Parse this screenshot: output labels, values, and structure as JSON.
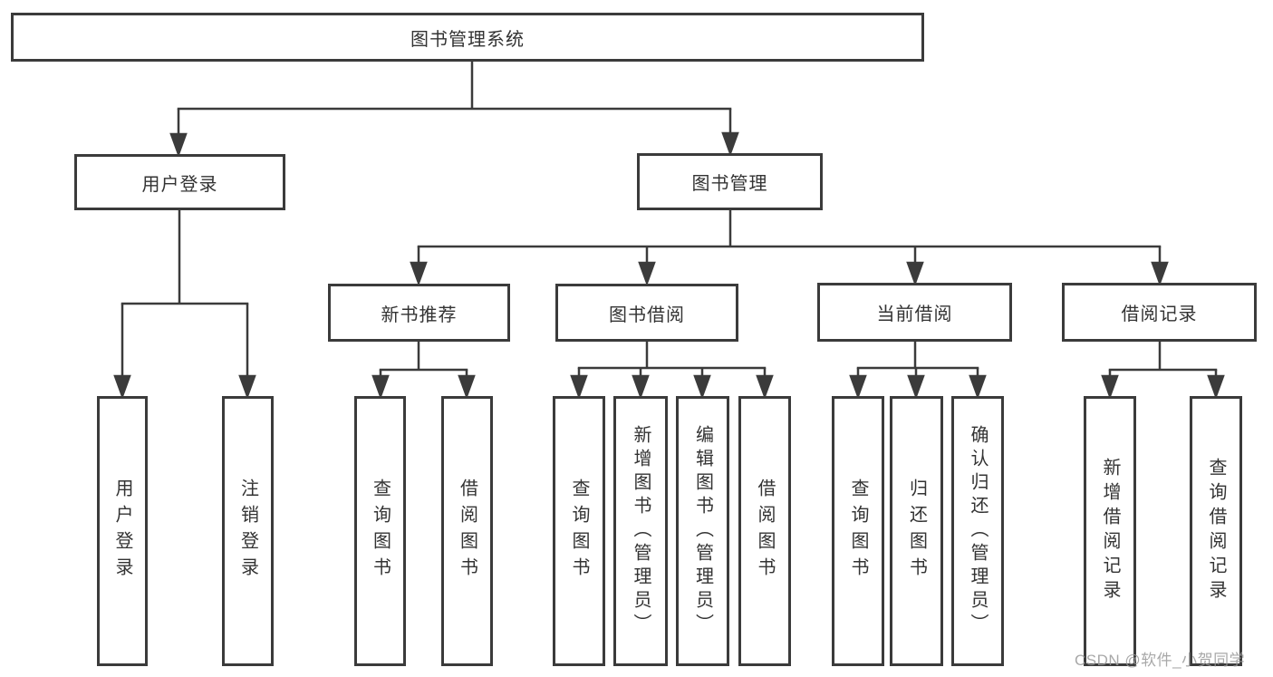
{
  "diagram": {
    "title": "图书管理系统",
    "level2": {
      "user_login": "用户登录",
      "book_mgmt": "图书管理"
    },
    "level3": {
      "new_book": "新书推荐",
      "book_borrow": "图书借阅",
      "current_borrow": "当前借阅",
      "borrow_record": "借阅记录"
    },
    "leaves": {
      "user_login_1": "用户登录",
      "user_login_2": "注销登录",
      "new_book_1": "查询图书",
      "new_book_2": "借阅图书",
      "book_borrow_1": "查询图书",
      "book_borrow_2": "新增图书（管理员）",
      "book_borrow_3": "编辑图书（管理员）",
      "book_borrow_4": "借阅图书",
      "current_borrow_1": "查询图书",
      "current_borrow_2": "归还图书",
      "current_borrow_3": "确认归还（管理员）",
      "borrow_record_1": "新增借阅记录",
      "borrow_record_2": "查询借阅记录"
    },
    "watermark": "CSDN @软件_小贺同学",
    "colors": {
      "line": "#3b3b3b",
      "text": "#333333",
      "watermark": "#999999",
      "background": "#ffffff"
    }
  }
}
